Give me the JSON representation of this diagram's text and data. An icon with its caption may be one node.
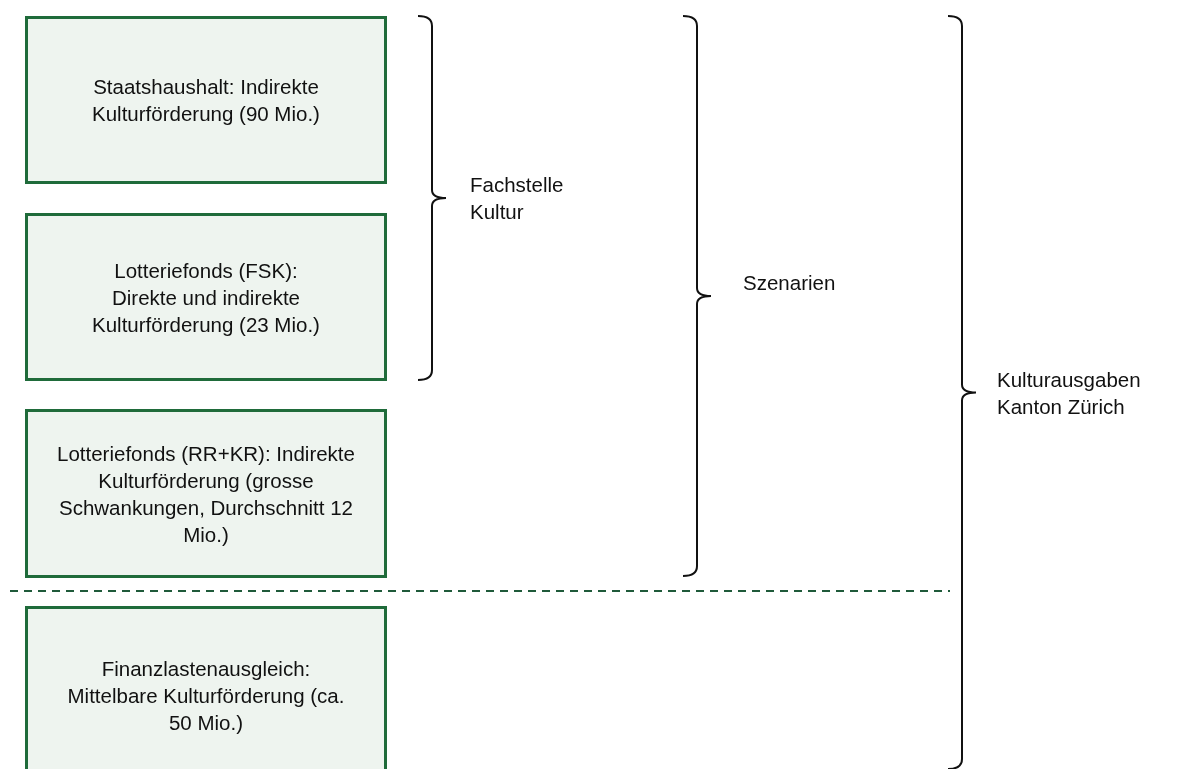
{
  "diagram": {
    "nodes": [
      {
        "text": [
          "Staatshaushalt: Indirekte Kulturförderung (90 Mio.)"
        ]
      },
      {
        "text": [
          "Lotteriefonds (FSK): Direkte und indirekte Kulturförderung (23 Mio.)"
        ]
      },
      {
        "text": [
          "Lotteriefonds (RR+KR): Indirekte Kulturförderung (grosse Schwankungen, Durchschnitt 12 Mio.)"
        ]
      },
      {
        "text": [
          "Finanzlastenausgleich: Mittelbare Kulturförderung (ca. 50 Mio.)"
        ]
      }
    ],
    "edges": [],
    "labels": [
      "Fachstelle Kultur",
      "Szenarien",
      "Kulturausgaben Kanton Zürich"
    ]
  }
}
